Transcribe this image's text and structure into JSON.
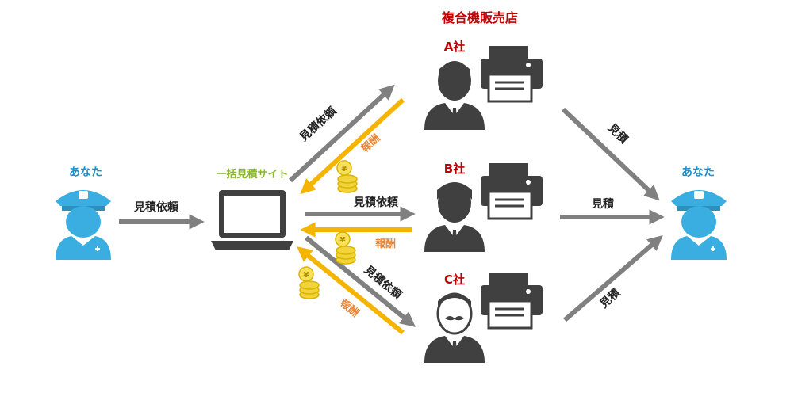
{
  "header": {
    "title": "複合機販売店"
  },
  "you_left": {
    "label": "あなた"
  },
  "you_right": {
    "label": "あなた"
  },
  "site": {
    "label": "一括見積サイト"
  },
  "dealers": [
    {
      "label": "A社"
    },
    {
      "label": "B社"
    },
    {
      "label": "C社"
    }
  ],
  "labels": {
    "request": "見積依頼",
    "request_to_a": "見積依頼",
    "request_to_b": "見積依頼",
    "request_to_c": "見積依頼",
    "fee_a": "報酬",
    "fee_b": "報酬",
    "fee_c": "報酬",
    "quote_a": "見積",
    "quote_b": "見積",
    "quote_c": "見積"
  },
  "colors": {
    "title_red": "#c00000",
    "you_blue": "#1f8fc6",
    "person_blue": "#3aaee0",
    "site_green": "#8ab832",
    "gray_arrow": "#808080",
    "gold_arrow": "#f4b400",
    "fee_orange": "#e8873a",
    "coin_yellow": "#f2d33a",
    "dark": "#404040"
  }
}
